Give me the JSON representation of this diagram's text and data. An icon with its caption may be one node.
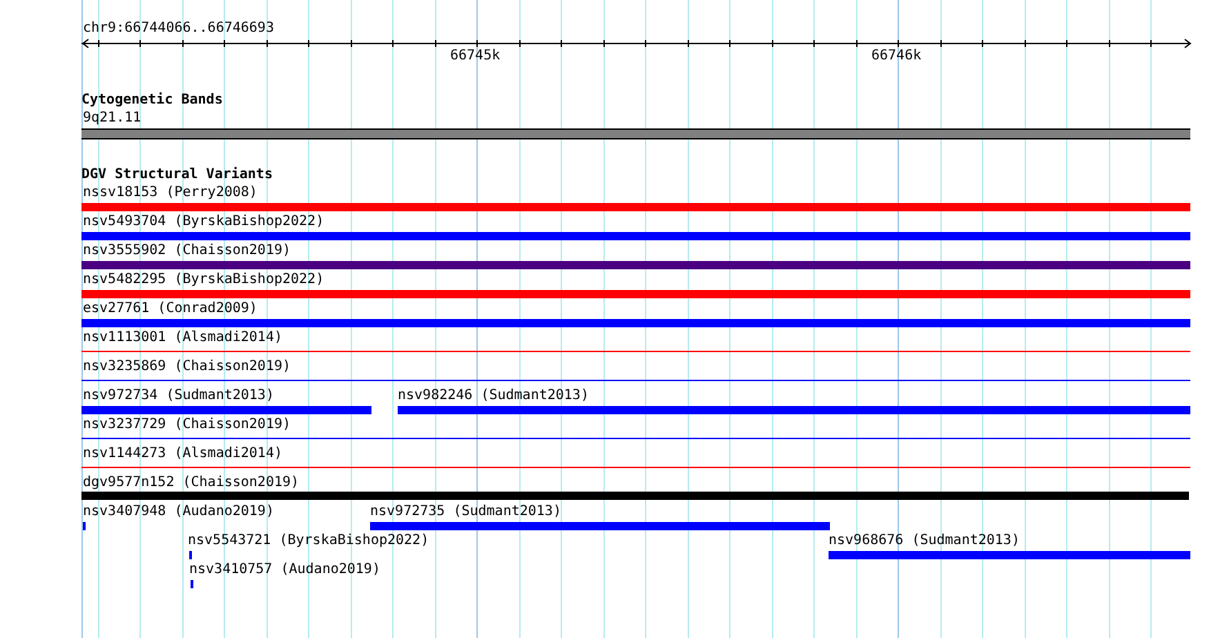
{
  "diagram": {
    "nodes": [
      {
        "text": [
          "9q21.11"
        ]
      },
      {
        "text": [
          "nssv18153 (Perry2008)"
        ]
      },
      {
        "text": [
          "nsv5493704 (ByrskaBishop2022)"
        ]
      },
      {
        "text": [
          "nsv3555902 (Chaisson2019)"
        ]
      },
      {
        "text": [
          "nsv5482295 (ByrskaBishop2022)"
        ]
      },
      {
        "text": [
          "esv27761 (Conrad2009)"
        ]
      },
      {
        "text": [
          "nsv1113001 (Alsmadi2014)"
        ]
      },
      {
        "text": [
          "nsv3235869 (Chaisson2019)"
        ]
      },
      {
        "text": [
          "nsv972734 (Sudmant2013)"
        ]
      },
      {
        "text": [
          "nsv982246 (Sudmant2013)"
        ]
      },
      {
        "text": [
          "nsv3237729 (Chaisson2019)"
        ]
      },
      {
        "text": [
          "nsv1144273 (Alsmadi2014)"
        ]
      },
      {
        "text": [
          "dgv9577n152 (Chaisson2019)"
        ]
      },
      {
        "text": [
          "nsv3407948 (Audano2019)"
        ]
      },
      {
        "text": [
          "nsv972735 (Sudmant2013)"
        ]
      },
      {
        "text": [
          "nsv5543721 (ByrskaBishop2022)"
        ]
      },
      {
        "text": [
          "nsv968676 (Sudmant2013)"
        ]
      },
      {
        "text": [
          "nsv3410757 (Audano2019)"
        ]
      }
    ],
    "labels": [
      "chr9:66744066..66746693",
      "66745k",
      "66746k",
      "Cytogenetic Bands",
      "DGV Structural Variants"
    ]
  }
}
